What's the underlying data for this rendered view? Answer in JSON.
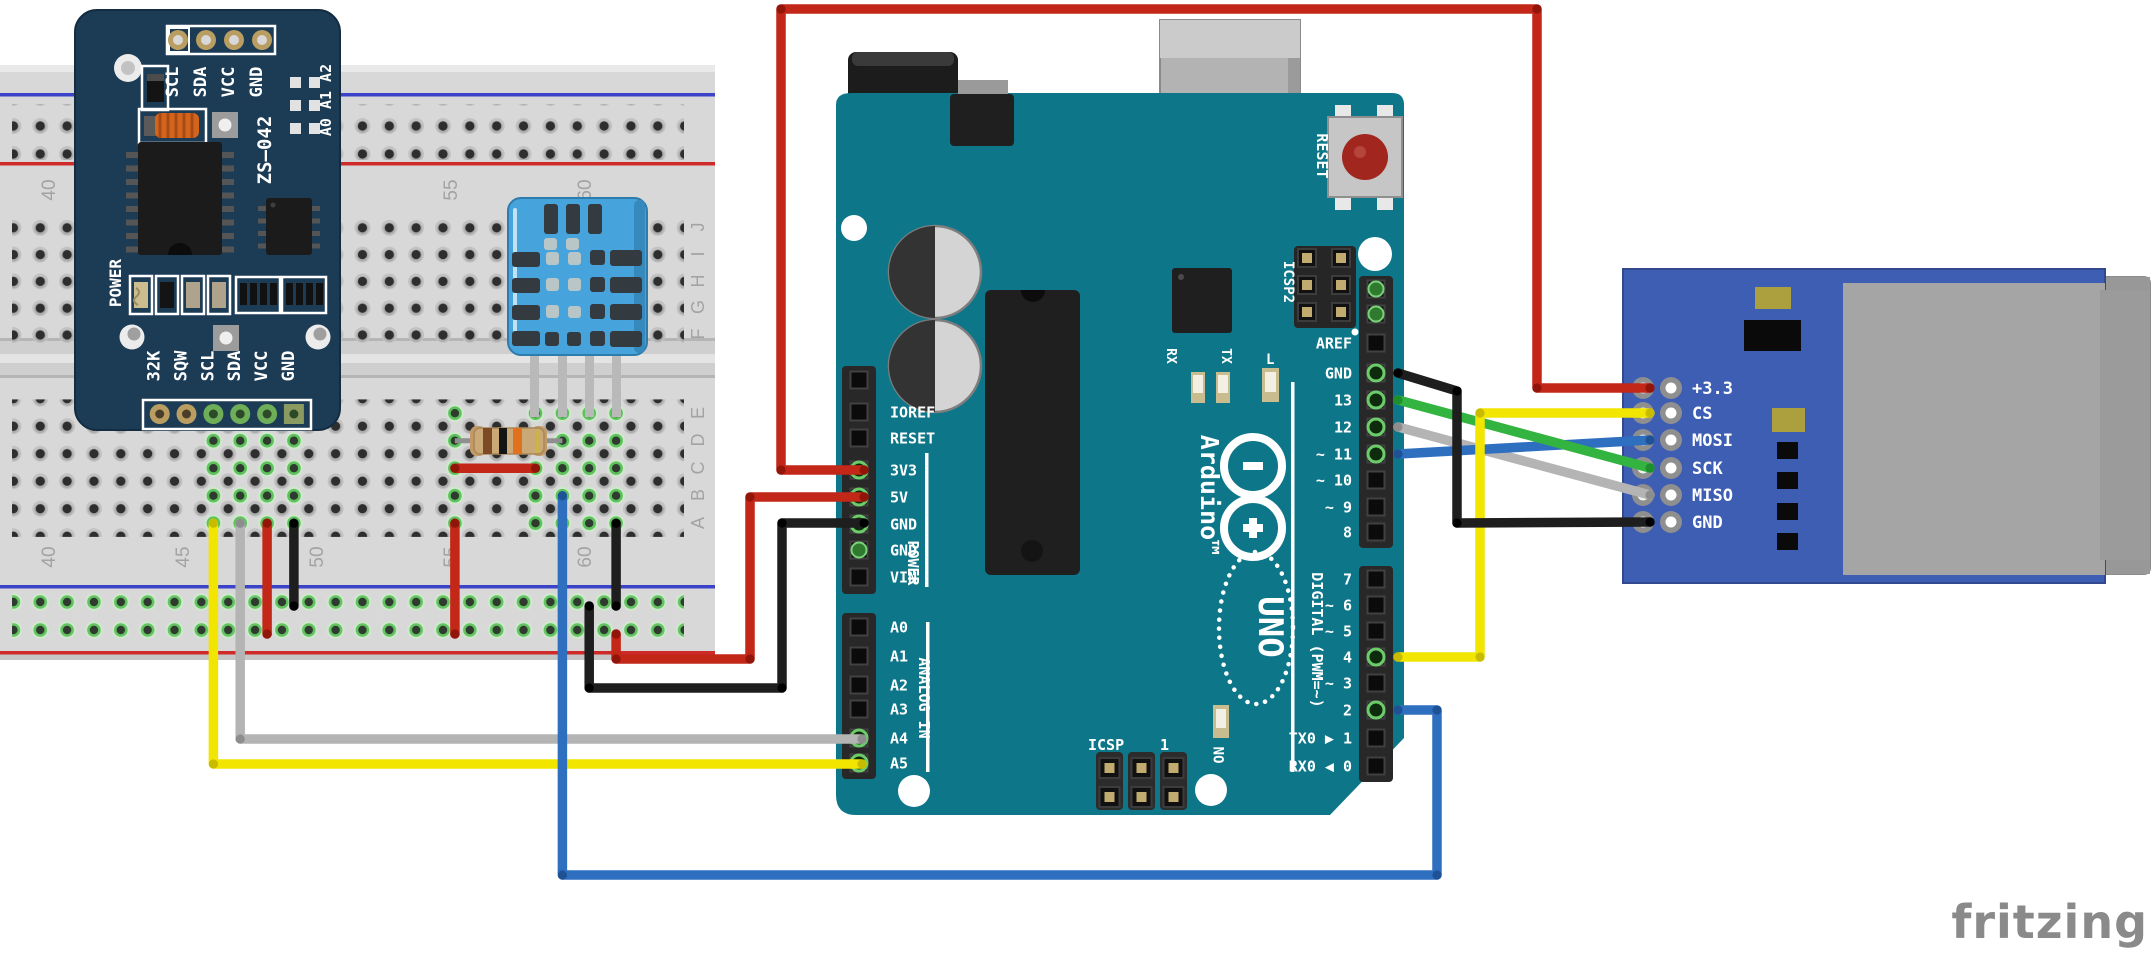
{
  "watermark": "fritzing",
  "colors": {
    "wire_red": "#c22718",
    "wire_red_dark": "#8f1408",
    "wire_black": "#1e1e1e",
    "wire_black_dark": "#000000",
    "wire_yellow": "#f2e500",
    "wire_yellow_dark": "#c4b900",
    "wire_green": "#33b440",
    "wire_green_dark": "#1f8c2c",
    "wire_blue": "#2f6fc0",
    "wire_blue_dark": "#1f4f92",
    "wire_gray": "#b4b4b4",
    "wire_gray_dark": "#8b8b8b",
    "arduino_teal": "#0e7689",
    "rtc_navy": "#1c3b55",
    "sd_blue": "#3e5eb4",
    "dht_blue": "#47a3dc",
    "breadboard_gray": "#d8d8d8",
    "net_green": "#5dc25b"
  },
  "breadboard": {
    "numbers": [
      "40",
      "45",
      "50",
      "55",
      "60"
    ],
    "letters": [
      "J",
      "I",
      "H",
      "G",
      "F",
      "E",
      "D",
      "C",
      "B",
      "A"
    ]
  },
  "rtc": {
    "name_label": "ZS—042",
    "power_label": "POWER",
    "address_label": "A0 A1 A2",
    "top_pins": [
      "SCL",
      "SDA",
      "VCC",
      "GND"
    ],
    "bottom_pins": [
      "32K",
      "SQW",
      "SCL",
      "SDA",
      "VCC",
      "GND"
    ]
  },
  "arduino": {
    "brand": "Arduino™",
    "model": "UNO",
    "reset_label": "RESET",
    "icsp2_label": "ICSP2",
    "icsp_label": "ICSP",
    "icsp_pin1": "1",
    "on_label": "ON",
    "l_label": "L",
    "tx_label": "TX",
    "rx_label": "RX",
    "power_section": "POWER",
    "analog_section": "ANALOG IN",
    "digital_section": "DIGITAL (PWM=~)",
    "left_power_pins": [
      "IOREF",
      "RESET",
      "3V3",
      "5V",
      "GND",
      "GND",
      "VIN"
    ],
    "analog_pins": [
      "A0",
      "A1",
      "A2",
      "A3",
      "A4",
      "A5"
    ],
    "digital_top_pins": [
      "AREF",
      "GND",
      "13",
      "12",
      "~ 11",
      "~ 10",
      "~ 9",
      "8"
    ],
    "digital_bottom_pins": [
      "7",
      "~ 6",
      "~ 5",
      "4",
      "~ 3",
      "2",
      "TX0 ▶ 1",
      "RX0 ◀ 0"
    ]
  },
  "sd": {
    "pins": [
      "+3.3",
      "CS",
      "MOSI",
      "SCK",
      "MISO",
      "GND"
    ]
  }
}
